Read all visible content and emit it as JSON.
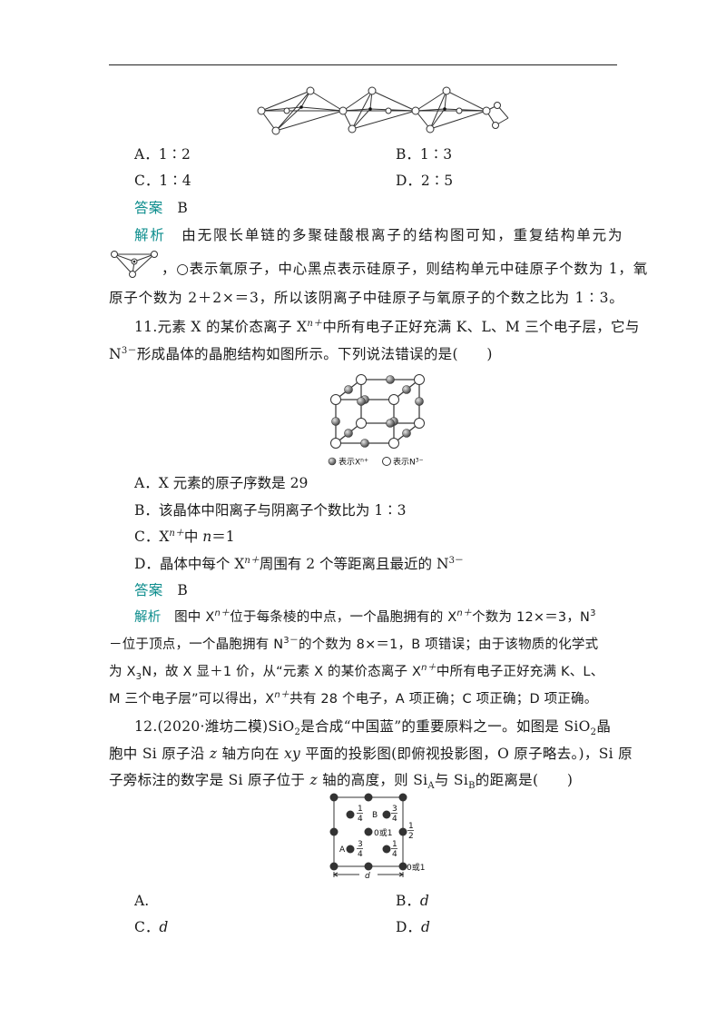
{
  "q10": {
    "options": {
      "a": "A．1∶2",
      "b": "B．1∶3",
      "c": "C．1∶4",
      "d": "D．2∶5"
    },
    "answer_label": "答案",
    "answer_value": "B",
    "analysis_label": "解析",
    "analysis_line1": "由无限长单链的多聚硅酸根离子的结构图可知，重复结构单元为",
    "analysis_line2": "，○表示氧原子，中心黑点表示硅原子，则结构单元中硅原子个数为 1，氧",
    "analysis_line3": "原子个数为 2＋2×＝3，所以该阴离子中硅原子与氧原子的个数之比为 1∶3。"
  },
  "q11": {
    "stem_line1_a": "11.元素 X 的某价态离子 X",
    "stem_line1_b": "中所有电子正好充满 K、L、M 三个电子层，它与",
    "stem_line2_b": "形成晶体的晶胞结构如图所示。下列说法错误的是(　　)",
    "sup_n_plus": "n＋",
    "n3_base": "N",
    "sup_3minus": "3－",
    "legend_x": "表示X",
    "legend_xsup": "n+",
    "legend_n": "表示N",
    "legend_nsup": "3−",
    "option_a": "A．X 元素的原子序数是 29",
    "option_b": "B．该晶体中阳离子与阴离子个数比为 1∶3",
    "option_c_a": "C．X",
    "option_c_b": "中 ",
    "option_c_n": "n",
    "option_c_c": "＝1",
    "option_d_a": "D．晶体中每个 X",
    "option_d_b": "周围有 2 个等距离且最近的 N",
    "answer_label": "答案",
    "answer_value": "B",
    "analysis_label": "解析",
    "analysis_l1_a": "图中 X",
    "analysis_l1_b": "位于每条棱的中点，一个晶胞拥有的 X",
    "analysis_l1_c": "个数为 12×＝3，N",
    "analysis_l1_d": "3",
    "analysis_l2_a": "－位于顶点，一个晶胞拥有 N",
    "analysis_l2_b": "的个数为 8×＝1，B 项错误；由于该物质的化学式",
    "analysis_l3_a": "为 X",
    "analysis_l3_sub": "3",
    "analysis_l3_b": "N，故 X 显＋1 价，从“元素 X 的某价态离子 X",
    "analysis_l3_c": "中所有电子正好充满 K、L、",
    "analysis_l4": "M 三个电子层”可以得出，X",
    "analysis_l4_b": "共有 28 个电子，A 项正确；C 项正确；D 项正确。"
  },
  "q12": {
    "line1_a": "12.(2020·潍坊二模)SiO",
    "line1_sub": "2",
    "line1_b": "是合成“中国蓝”的重要原料之一。如图是 SiO",
    "line1_c": "晶",
    "line2_a": "胞中 Si 原子沿 ",
    "line2_z": "z",
    "line2_b": " 轴方向在 ",
    "line2_xy": "xy",
    "line2_c": " 平面的投影图(即俯视投影图，O 原子略去。)，Si 原",
    "line3_a": "子旁标注的数字是 Si 原子位于 ",
    "line3_z": "z",
    "line3_b": " 轴的高度，则 Si",
    "line3_subA": "A",
    "line3_c": "与 Si",
    "line3_subB": "B",
    "line3_d": "的距离是(　　)",
    "fig": {
      "label_b": "B",
      "label_a": "A",
      "n1": "1",
      "n4": "4",
      "n3": "3",
      "n2": "2",
      "zero_or_one": "0或1",
      "d_label": "d"
    },
    "option_a": "A.",
    "option_b_a": "B．",
    "option_b_d": "d",
    "option_c_a": "C．",
    "option_c_d": "d",
    "option_d_a": "D．",
    "option_d_d": "d"
  }
}
